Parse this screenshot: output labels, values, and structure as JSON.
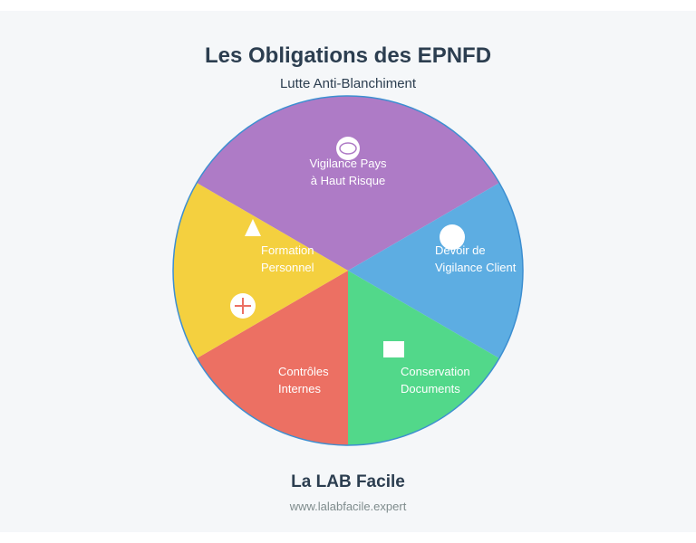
{
  "header": {
    "title": "Les Obligations des EPNFD",
    "subtitle": "Lutte Anti-Blanchiment"
  },
  "footer": {
    "brand": "La LAB Facile",
    "url": "www.lalabfacile.expert"
  },
  "segments": [
    {
      "line1": "Vigilance Pays",
      "line2": "à Haut Risque",
      "color": "#ae7bc6",
      "icon": "oval-icon"
    },
    {
      "line1": "Devoir de",
      "line2": "Vigilance Client",
      "color": "#5dade2",
      "icon": "circle-icon"
    },
    {
      "line1": "Conservation",
      "line2": "Documents",
      "color": "#52d88a",
      "icon": "rectangle-icon"
    },
    {
      "line1": "Contrôles",
      "line2": "Internes",
      "color": "#ec7063",
      "icon": "cross-icon"
    },
    {
      "line1": "Formation",
      "line2": "Personnel",
      "color": "#f4d03f",
      "icon": "triangle-icon"
    }
  ],
  "outline_color": "#3d8fd1"
}
